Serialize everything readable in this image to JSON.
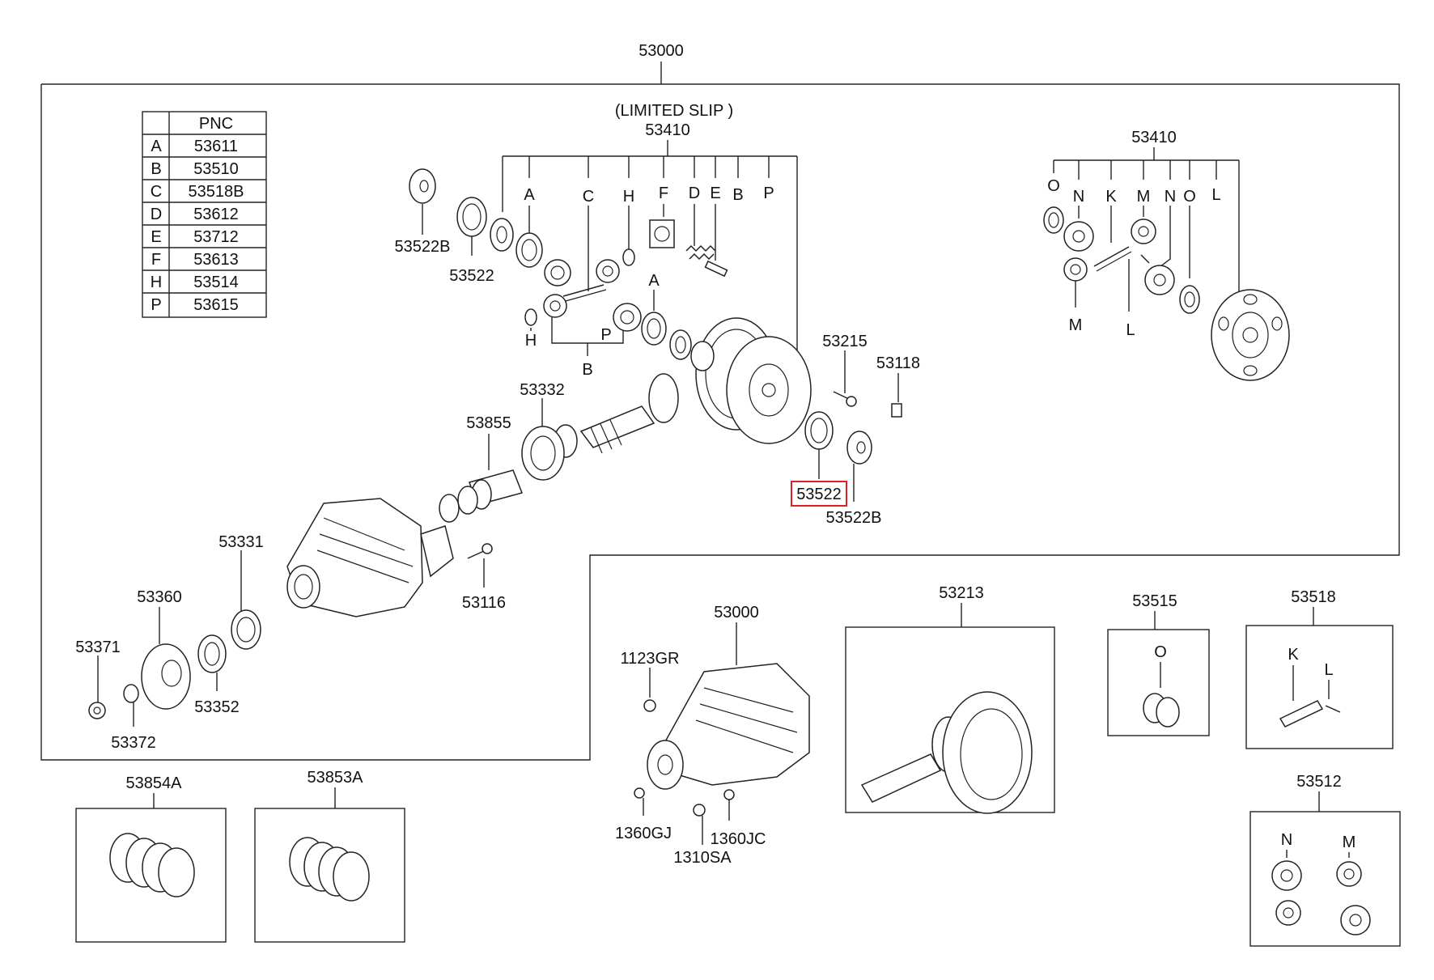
{
  "pnc_table": {
    "header": "PNC",
    "rows": [
      {
        "key": "A",
        "value": "53611"
      },
      {
        "key": "B",
        "value": "53510"
      },
      {
        "key": "C",
        "value": "53518B"
      },
      {
        "key": "D",
        "value": "53612"
      },
      {
        "key": "E",
        "value": "53712"
      },
      {
        "key": "F",
        "value": "53613"
      },
      {
        "key": "H",
        "value": "53514"
      },
      {
        "key": "P",
        "value": "53615"
      }
    ]
  },
  "labels": {
    "top_assembly": "53000",
    "limited_slip": "(LIMITED SLIP )",
    "lsd_case": "53410",
    "std_case": "53410",
    "washer_left": "53522B",
    "bearing_left": "53522",
    "pinion_bearing": "53332",
    "spacer": "53855",
    "bolt_53215": "53215",
    "clip_53118": "53118",
    "bearing_right": "53522",
    "washer_right": "53522B",
    "pinion_front_bearing": "53331",
    "flange": "53360",
    "nut": "53371",
    "washer_nut": "53372",
    "oil_seal": "53352",
    "bolt_53116": "53116",
    "carrier_assembly": "53000",
    "bolt_1123": "1123GR",
    "nut_1360gj": "1360GJ",
    "nut_1310sa": "1310SA",
    "nut_1360jc": "1360JC",
    "gear_set": "53213",
    "washer_set": "53515",
    "shaft_set": "53518",
    "gear_kit": "53512",
    "shim_set_a": "53854A",
    "shim_set_b": "53853A"
  },
  "letters": {
    "lsd": [
      "A",
      "C",
      "H",
      "F",
      "D",
      "E",
      "B",
      "P"
    ],
    "lsd_lower": [
      "H",
      "B",
      "P",
      "A"
    ],
    "std": [
      "O",
      "N",
      "K",
      "M",
      "N",
      "O",
      "L"
    ],
    "std_lower": [
      "M",
      "L"
    ],
    "washer_set": "O",
    "shaft_set": [
      "K",
      "L"
    ],
    "gear_kit": [
      "N",
      "M"
    ]
  },
  "highlight_color": "#e02020"
}
